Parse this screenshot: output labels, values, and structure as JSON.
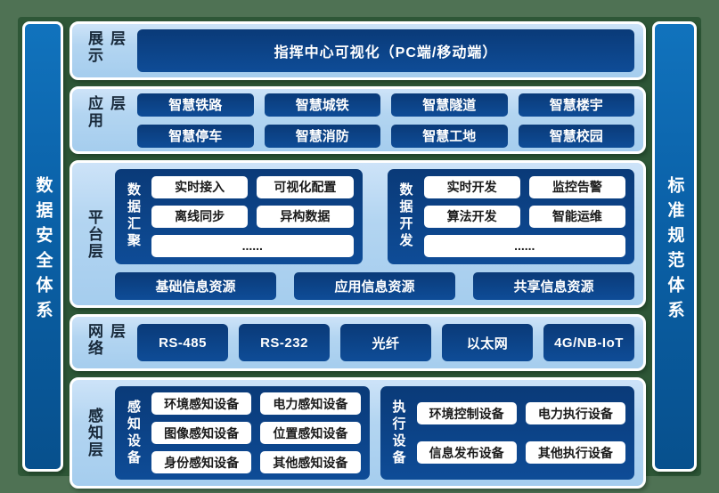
{
  "sidebars": {
    "left": "数据安全体系",
    "right": "标准规范体系"
  },
  "display_layer": {
    "label": "展示层",
    "box": "指挥中心可视化（PC端/移动端）"
  },
  "application_layer": {
    "label": "应用层",
    "apps": [
      "智慧铁路",
      "智慧城铁",
      "智慧隧道",
      "智慧楼宇",
      "智慧停车",
      "智慧消防",
      "智慧工地",
      "智慧校园"
    ]
  },
  "platform_layer": {
    "label": "平台层",
    "aggregation": {
      "label": "数据汇聚",
      "items": [
        "实时接入",
        "可视化配置",
        "离线同步",
        "异构数据",
        "......"
      ]
    },
    "development": {
      "label": "数据开发",
      "items": [
        "实时开发",
        "监控告警",
        "算法开发",
        "智能运维",
        "......"
      ]
    },
    "resources": [
      "基础信息资源",
      "应用信息资源",
      "共享信息资源"
    ]
  },
  "network_layer": {
    "label": "网络层",
    "items": [
      "RS-485",
      "RS-232",
      "光纤",
      "以太网",
      "4G/NB-IoT"
    ]
  },
  "perception_layer": {
    "label": "感知层",
    "sensing": {
      "label": "感知设备",
      "items": [
        "环境感知设备",
        "电力感知设备",
        "图像感知设备",
        "位置感知设备",
        "身份感知设备",
        "其他感知设备"
      ]
    },
    "execution": {
      "label": "执行设备",
      "items": [
        "环境控制设备",
        "电力执行设备",
        "信息发布设备",
        "其他执行设备"
      ]
    }
  },
  "colors": {
    "frame_green": "#4f7254",
    "canvas_green": "#2e5737",
    "sidebar_blue": "#0b62a9",
    "panel_light_blue": "#b3d5f1",
    "box_navy": "#0c4186",
    "pill_white": "#ffffff",
    "pill_text": "#1a1a1a"
  }
}
